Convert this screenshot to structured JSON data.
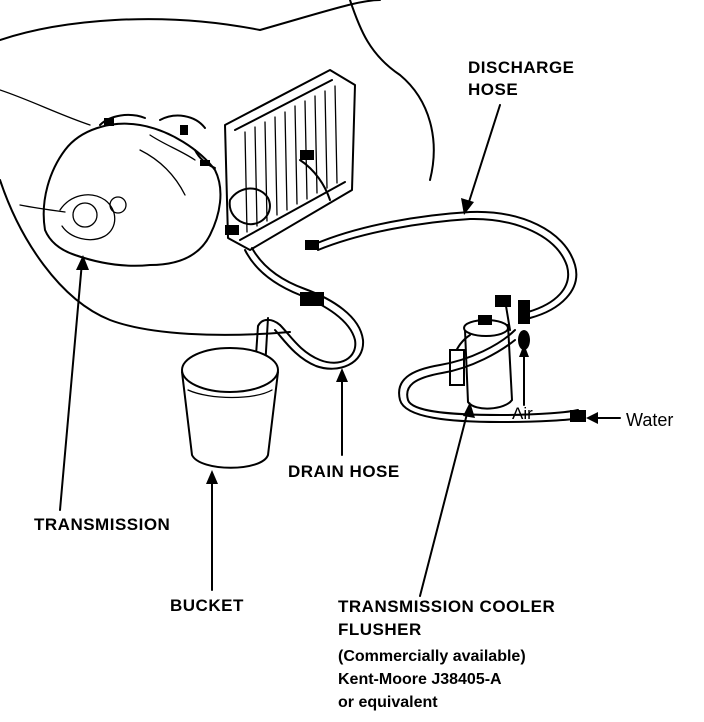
{
  "labels": {
    "discharge_hose_line1": "DISCHARGE",
    "discharge_hose_line2": "HOSE",
    "water": "Water",
    "air": "Air",
    "drain_hose": "DRAIN HOSE",
    "transmission": "TRANSMISSION",
    "bucket": "BUCKET",
    "flusher_line1": "TRANSMISSION COOLER",
    "flusher_line2": "FLUSHER",
    "flusher_line3": "(Commercially available)",
    "flusher_line4": "Kent-Moore J38405-A",
    "flusher_line5": "or equivalent"
  }
}
